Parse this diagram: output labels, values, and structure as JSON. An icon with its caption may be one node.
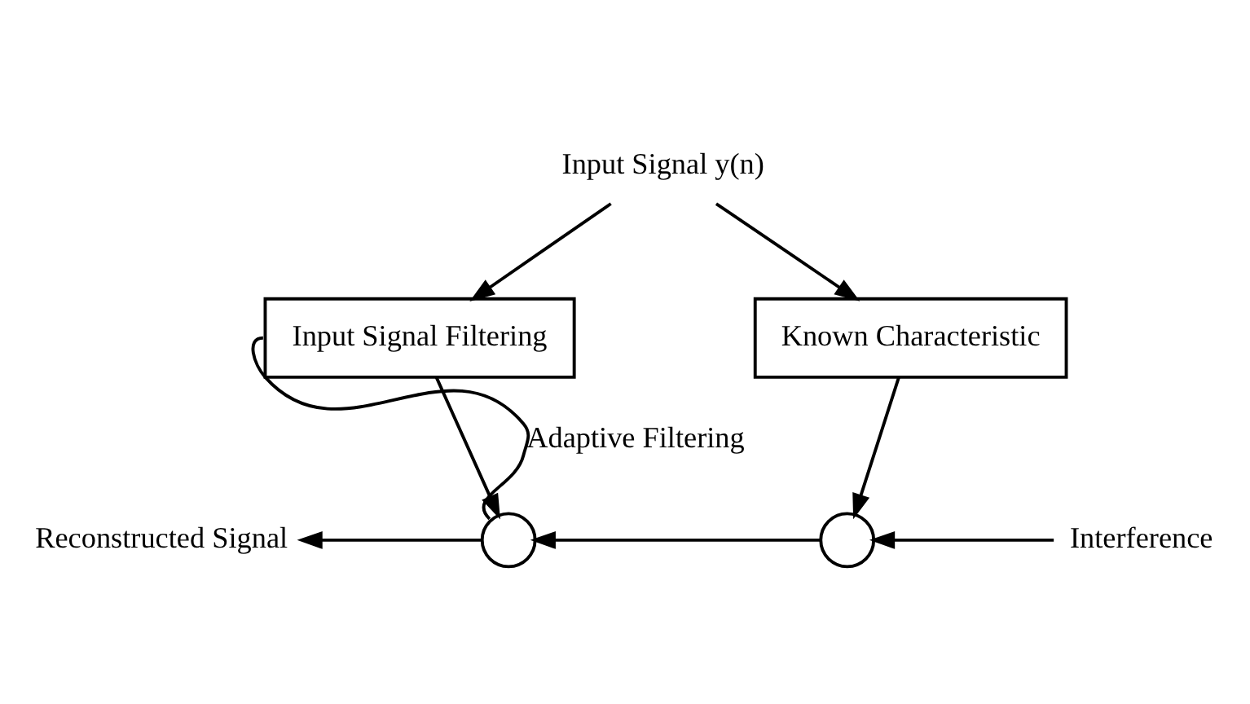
{
  "diagram": {
    "nodes": [
      {
        "text": [
          "Input Signal y(n)"
        ]
      },
      {
        "text": [
          "Input Signal Filtering"
        ]
      },
      {
        "text": [
          "Known Characteristic"
        ]
      },
      {
        "text": [],
        "shape": "circle"
      },
      {
        "text": [],
        "shape": "circle"
      },
      {
        "text": [
          "Interference"
        ]
      },
      {
        "text": [
          "Reconstructed Signal"
        ]
      }
    ],
    "edges": [
      {
        "from": 0,
        "to": 1,
        "arrow": "to"
      },
      {
        "from": 0,
        "to": 2,
        "arrow": "to"
      },
      {
        "from": 1,
        "to": 3,
        "arrow": "to"
      },
      {
        "from": 2,
        "to": 4,
        "arrow": "to"
      },
      {
        "from": 5,
        "to": 4,
        "arrow": "to"
      },
      {
        "from": 4,
        "to": 3,
        "arrow": "to"
      },
      {
        "from": 3,
        "to": 6,
        "arrow": "to"
      },
      {
        "from": 3,
        "to": 1,
        "arrow": "none",
        "label": "Adaptive Filtering"
      }
    ]
  }
}
